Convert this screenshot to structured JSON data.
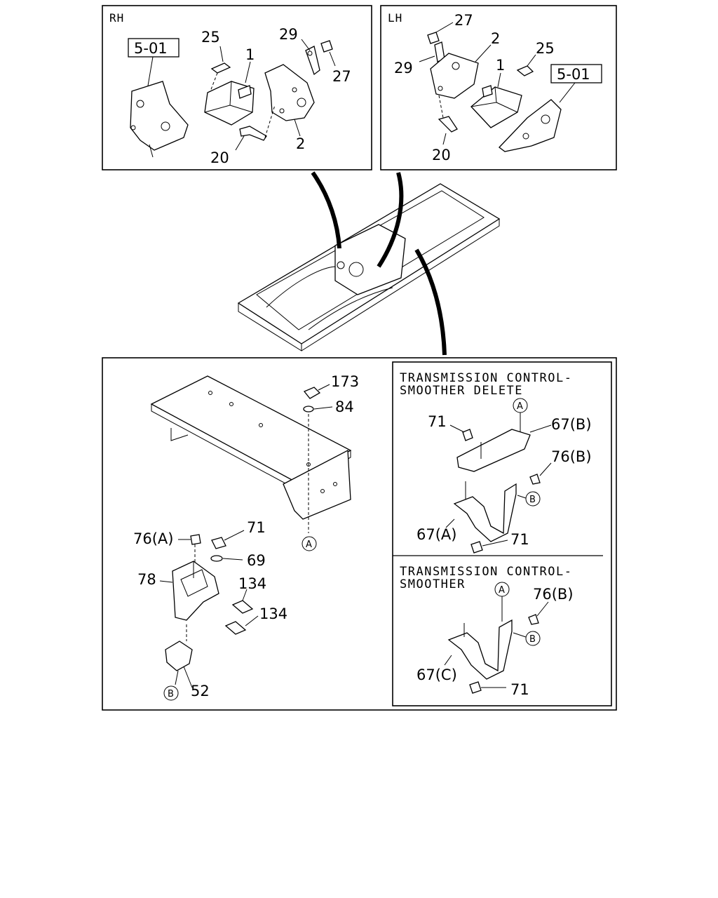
{
  "panels": {
    "rh": {
      "header": "RH",
      "ref_box": "5-01",
      "labels": {
        "l25": "25",
        "l1": "1",
        "l29": "29",
        "l27": "27",
        "l20": "20",
        "l2": "2"
      }
    },
    "lh": {
      "header": "LH",
      "ref_box": "5-01",
      "labels": {
        "l27": "27",
        "l2": "2",
        "l29": "29",
        "l1": "1",
        "l25": "25",
        "l20": "20"
      }
    },
    "main": {
      "labels": {
        "l173": "173",
        "l84": "84",
        "l71": "71",
        "l76a": "76(A)",
        "l69": "69",
        "l78": "78",
        "l134a": "134",
        "l134b": "134",
        "l52": "52"
      },
      "circle_a": "A",
      "circle_b": "B"
    },
    "delete_box": {
      "title_line1": "TRANSMISSION CONTROL-",
      "title_line2": "SMOOTHER DELETE",
      "circle_a": "A",
      "circle_b": "B",
      "labels": {
        "l71a": "71",
        "l67b": "67(B)",
        "l76b": "76(B)",
        "l67a": "67(A)",
        "l71b": "71"
      }
    },
    "smoother_box": {
      "title_line1": "TRANSMISSION CONTROL-",
      "title_line2": "SMOOTHER",
      "circle_a": "A",
      "circle_b": "B",
      "labels": {
        "l76b": "76(B)",
        "l67c": "67(C)",
        "l71": "71"
      }
    }
  }
}
